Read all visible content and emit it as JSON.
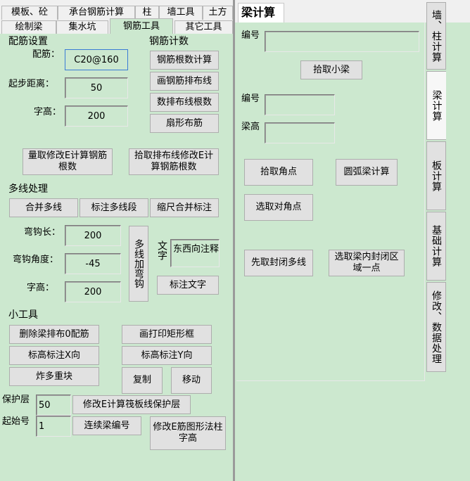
{
  "left": {
    "tabs_row1": [
      "模板、砼",
      "承台钢筋计算",
      "柱",
      "墙工具",
      "土方"
    ],
    "tabs_row2": [
      "绘制梁",
      "集水坑",
      "钢筋工具",
      "其它工具"
    ],
    "rebar_settings": {
      "title": "配筋设置",
      "rebar_label": "配筋：",
      "rebar_value": "C20@160",
      "start_label": "起步距离：",
      "start_value": "50",
      "text_height_label": "字高：",
      "text_height_value": "200"
    },
    "rebar_count": {
      "title": "钢筋计数",
      "buttons": [
        "钢筋根数计算",
        "画钢筋排布线",
        "数排布线根数",
        "扇形布筋"
      ]
    },
    "wide_buttons": [
      "量取修改E计算钢筋根数",
      "拾取排布线修改E计算钢筋根数"
    ],
    "multiline": {
      "title": "多线处理",
      "buttons": [
        "合并多线",
        "标注多线段",
        "缩尺合并标注"
      ],
      "hook_len_label": "弯钩长：",
      "hook_len_value": "200",
      "hook_angle_label": "弯钩角度：",
      "hook_angle_value": "-45",
      "text_height_label": "字高：",
      "text_height_value": "200",
      "add_hook_button": "多线加弯钩",
      "text_label": "文字",
      "text_value": "东西向注释",
      "annotate_button": "标注文字"
    },
    "tools": {
      "title": "小工具",
      "buttons": [
        "删除梁排布0配筋",
        "画打印矩形框",
        "标高标注X向",
        "标高标注Y向",
        "炸多重块",
        "复制",
        "移动"
      ]
    },
    "cover": {
      "label": "保护层",
      "value": "50",
      "button": "修改E计算筏板线保护层"
    },
    "start_no": {
      "label": "起始号",
      "value": "1",
      "button": "连续梁编号"
    },
    "modify_button": "修改E筋图形法柱字高"
  },
  "right": {
    "title": "梁计算",
    "no_label_1": "编号",
    "no_value_1": "",
    "pick_beam_button": "拾取小梁",
    "no_label_2": "编号",
    "no_value_2": "",
    "height_label": "梁高",
    "height_value": "",
    "pick_corner_button": "拾取角点",
    "arc_beam_button": "圆弧梁计算",
    "pick_diag_button": "选取对角点",
    "pick_closed_button": "先取封闭多线",
    "pick_inside_button": "选取梁内封闭区域一点",
    "side_tabs": [
      "墙、柱计算",
      "梁计算",
      "板计算",
      "基础计算",
      "修改、数据处理"
    ]
  },
  "colors": {
    "panel_green": "#cce8cf",
    "button_gray": "#e1e1e1",
    "tab_gray": "#f0f0f0"
  }
}
